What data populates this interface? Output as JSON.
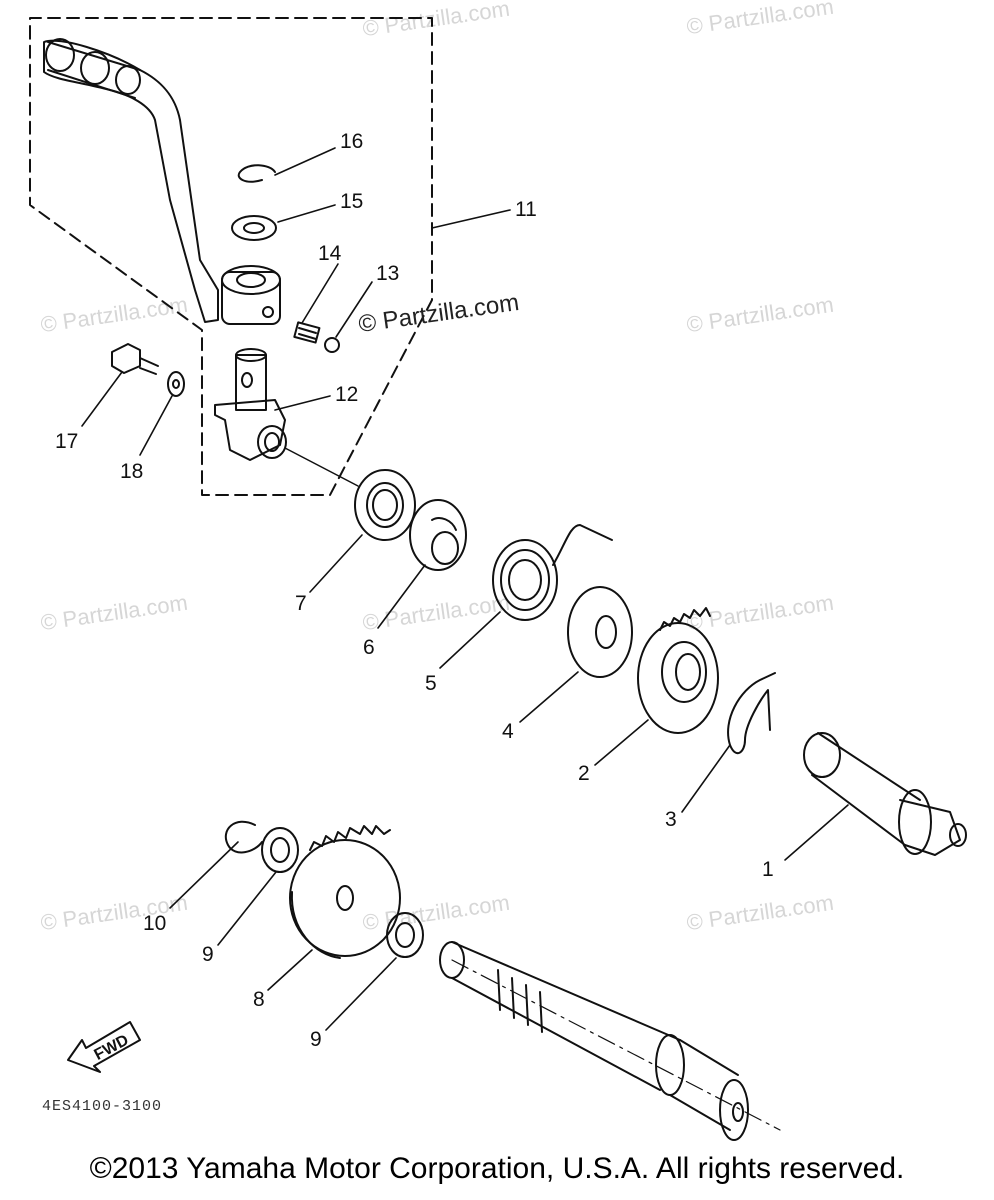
{
  "watermark": "© Partzilla.com",
  "inline_watermark": "© Partzilla.com",
  "fwd_label": "FWD",
  "drawing_code": "4ES4100-3100",
  "copyright": "©2013  Yamaha Motor Corporation, U.S.A. All rights reserved.",
  "callouts": {
    "p1": "1",
    "p2": "2",
    "p3": "3",
    "p4": "4",
    "p5": "5",
    "p6": "6",
    "p7": "7",
    "p8": "8",
    "p9a": "9",
    "p9b": "9",
    "p10": "10",
    "p11": "11",
    "p12": "12",
    "p13": "13",
    "p14": "14",
    "p15": "15",
    "p16": "16",
    "p17": "17",
    "p18": "18"
  }
}
